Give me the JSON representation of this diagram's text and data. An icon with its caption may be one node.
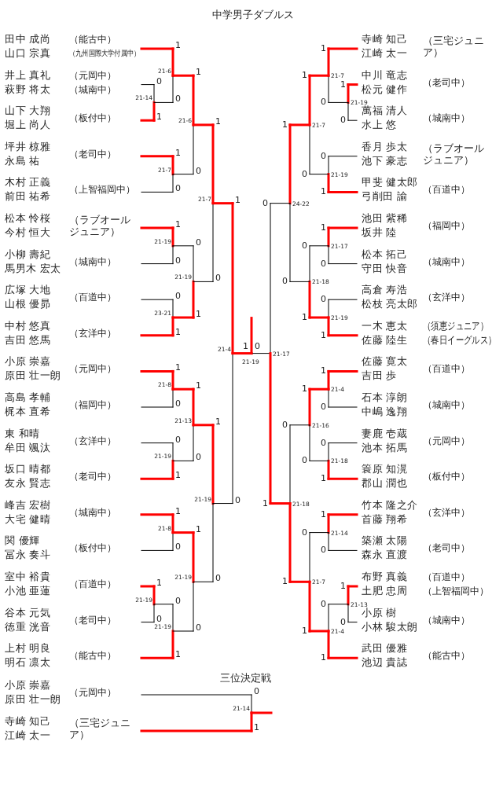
{
  "diagram": {
    "title": "中学男子ダブルス",
    "nodes": [
      {
        "text": [
          "田中 成尚",
          "山口 宗真"
        ],
        "beside": [
          "（能古中）",
          "（九州国際大学付属中）"
        ]
      },
      {
        "text": [
          "井上 真礼",
          "萩野 将太"
        ],
        "beside": [
          "（元岡中）",
          "（城南中）"
        ]
      },
      {
        "text": [
          "山下 大翔",
          "堀上 尚人"
        ],
        "beside": [
          "（板付中）"
        ]
      },
      {
        "text": [
          "坪井 椋雅",
          "永島 祐"
        ],
        "beside": [
          "（老司中）"
        ]
      },
      {
        "text": [
          "木村 正義",
          "前田 祐希"
        ],
        "beside": [
          "（上智福岡中）"
        ]
      },
      {
        "text": [
          "松本 怜桜",
          "今村 恒大"
        ],
        "beside": [
          "（ラブオールジュニア）"
        ]
      },
      {
        "text": [
          "小柳 壽紀",
          "馬男木 宏太"
        ],
        "beside": [
          "（城南中）"
        ]
      },
      {
        "text": [
          "広塚 大地",
          "山根 優昴"
        ],
        "beside": [
          "（百道中）"
        ]
      },
      {
        "text": [
          "中村 悠真",
          "吉田 悠馬"
        ],
        "beside": [
          "（玄洋中）"
        ]
      },
      {
        "text": [
          "小原 崇嘉",
          "原田 壮一朗"
        ],
        "beside": [
          "（元岡中）"
        ]
      },
      {
        "text": [
          "高島 孝輔",
          "梶本 直希"
        ],
        "beside": [
          "（福岡中）"
        ]
      },
      {
        "text": [
          "東 和晴",
          "牟田 颯汰"
        ],
        "beside": [
          "（玄洋中）"
        ]
      },
      {
        "text": [
          "坂口 晴都",
          "友永 賢志"
        ],
        "beside": [
          "（老司中）"
        ]
      },
      {
        "text": [
          "峰吉 宏樹",
          "大宅 健晴"
        ],
        "beside": [
          "（城南中）"
        ]
      },
      {
        "text": [
          "関 優輝",
          "冨永 奏斗"
        ],
        "beside": [
          "（板付中）"
        ]
      },
      {
        "text": [
          "室中 裕貴",
          "小池 亜蓮"
        ],
        "beside": [
          "（百道中）"
        ]
      },
      {
        "text": [
          "谷本 元気",
          "徳重 洸音"
        ],
        "beside": [
          "（老司中）"
        ]
      },
      {
        "text": [
          "上村 明良",
          "明石 凛太"
        ],
        "beside": [
          "（能古中）"
        ]
      },
      {
        "text": [
          "寺崎 知己",
          "江崎 太一"
        ],
        "beside": [
          "（三宅ジュニア）"
        ]
      },
      {
        "text": [
          "中川 竜志",
          "松元 健作"
        ],
        "beside": [
          "（老司中）"
        ]
      },
      {
        "text": [
          "萬福 清人",
          "水上 悠"
        ],
        "beside": [
          "（城南中）"
        ]
      },
      {
        "text": [
          "香月 歩太",
          "池下 豪志"
        ],
        "beside": [
          "（ラブオールジュニア）"
        ]
      },
      {
        "text": [
          "甲斐 健太郎",
          "弓削田 諭"
        ],
        "beside": [
          "（百道中）"
        ]
      },
      {
        "text": [
          "池田 紫稀",
          "坂井 陸"
        ],
        "beside": [
          "（福岡中）"
        ]
      },
      {
        "text": [
          "松本 拓己",
          "守田 快音"
        ],
        "beside": [
          "（城南中）"
        ]
      },
      {
        "text": [
          "高倉 寿浩",
          "松枝 亮太郎"
        ],
        "beside": [
          "（玄洋中）"
        ]
      },
      {
        "text": [
          "一木 恵太",
          "佐藤 陸生"
        ],
        "beside": [
          "（須恵ジュニア）",
          "（春日イーグルス）"
        ]
      },
      {
        "text": [
          "佐藤 寛太",
          "吉田 歩"
        ],
        "beside": [
          "（百道中）"
        ]
      },
      {
        "text": [
          "石本 淳朗",
          "中嶋 逸翔"
        ],
        "beside": [
          "（城南中）"
        ]
      },
      {
        "text": [
          "妻鹿 壱蔵",
          "池本 拓馬"
        ],
        "beside": [
          "（元岡中）"
        ]
      },
      {
        "text": [
          "簑原 知滉",
          "郡山 潤也"
        ],
        "beside": [
          "（板付中）"
        ]
      },
      {
        "text": [
          "竹本 隆之介",
          "首藤 翔希"
        ],
        "beside": [
          "（玄洋中）"
        ]
      },
      {
        "text": [
          "築瀬 太陽",
          "森永 直渡"
        ],
        "beside": [
          "（老司中）"
        ]
      },
      {
        "text": [
          "布野 真義",
          "土肥 忠周"
        ],
        "beside": [
          "（百道中）",
          "（上智福岡中）"
        ]
      },
      {
        "text": [
          "小原 樹",
          "小林 駿太朗"
        ],
        "beside": [
          "（城南中）"
        ]
      },
      {
        "text": [
          "武田 優雅",
          "池辺 貴誌"
        ],
        "beside": [
          "（能古中）"
        ]
      },
      {
        "text": [
          "小原 崇嘉",
          "原田 壮一朗"
        ],
        "beside": [
          "（元岡中）"
        ]
      },
      {
        "text": [
          "寺崎 知己",
          "江崎 太一"
        ],
        "beside": [
          "（三宅ジュニア）"
        ]
      }
    ],
    "labels": [
      "21-14",
      "0",
      "1",
      "21-6",
      "1",
      "0",
      "21-7",
      "1",
      "0",
      "21-6",
      "1",
      "0",
      "21-19",
      "1",
      "0",
      "23-21",
      "0",
      "1",
      "21-19",
      "0",
      "1",
      "21-7",
      "1",
      "0",
      "21-8",
      "1",
      "0",
      "21-19",
      "0",
      "1",
      "21-13",
      "1",
      "0",
      "21-8",
      "1",
      "0",
      "21-19",
      "1",
      "0",
      "21-19",
      "0",
      "1",
      "21-19",
      "1",
      "0",
      "21-19",
      "1",
      "0",
      "21-4",
      "1",
      "0",
      "21-19",
      "1",
      "0",
      "21-19",
      "1",
      "0",
      "21-7",
      "1",
      "0",
      "21-19",
      "0",
      "1",
      "21-7",
      "1",
      "0",
      "21-17",
      "1",
      "0",
      "21-19",
      "0",
      "1",
      "21-18",
      "0",
      "1",
      "24-22",
      "1",
      "0",
      "21-4",
      "1",
      "0",
      "21-18",
      "0",
      "1",
      "21-16",
      "1",
      "0",
      "21-14",
      "1",
      "0",
      "21-13",
      "1",
      "0",
      "21-4",
      "0",
      "1",
      "21-7",
      "0",
      "1",
      "21-18",
      "0",
      "1",
      "21-17",
      "0",
      "1",
      "三位決定戦",
      "21-14",
      "0",
      "1"
    ]
  }
}
